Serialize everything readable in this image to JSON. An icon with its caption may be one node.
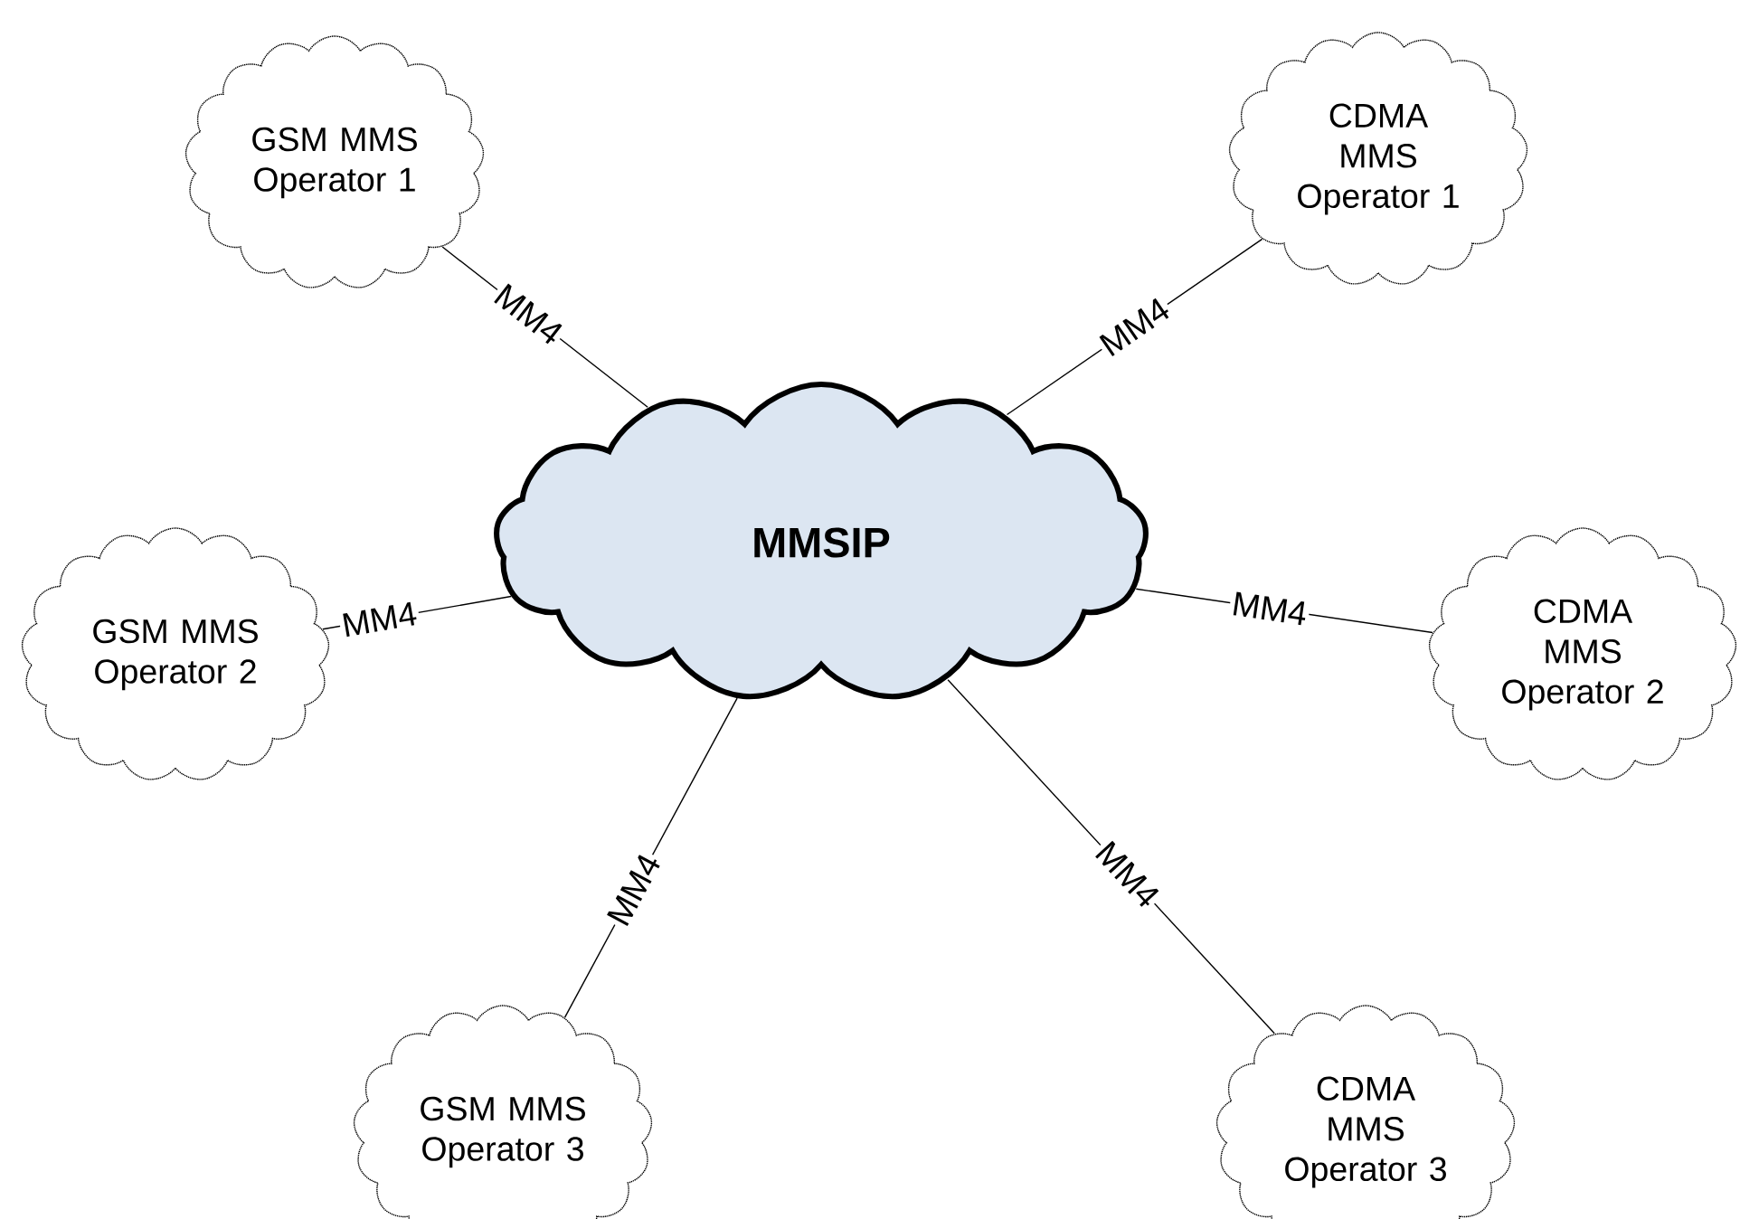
{
  "diagram": {
    "nodes": [
      {
        "text": [
          "MMSIP"
        ]
      },
      {
        "text": [
          "GSM MMS Operator 1"
        ]
      },
      {
        "text": [
          "CDMA MMS Operator 1"
        ]
      },
      {
        "text": [
          "GSM MMS Operator 2"
        ]
      },
      {
        "text": [
          "CDMA MMS Operator 2"
        ]
      },
      {
        "text": [
          "GSM MMS Operator 3"
        ]
      },
      {
        "text": [
          "CDMA MMS Operator 3"
        ]
      }
    ],
    "edges": [
      {
        "from": 1,
        "to": 0,
        "arrow": "none",
        "label": "MM4"
      },
      {
        "from": 2,
        "to": 0,
        "arrow": "none",
        "label": "MM4"
      },
      {
        "from": 3,
        "to": 0,
        "arrow": "none",
        "label": "MM4"
      },
      {
        "from": 4,
        "to": 0,
        "arrow": "none",
        "label": "MM4"
      },
      {
        "from": 5,
        "to": 0,
        "arrow": "none",
        "label": "MM4"
      },
      {
        "from": 6,
        "to": 0,
        "arrow": "none",
        "label": "MM4"
      }
    ]
  }
}
